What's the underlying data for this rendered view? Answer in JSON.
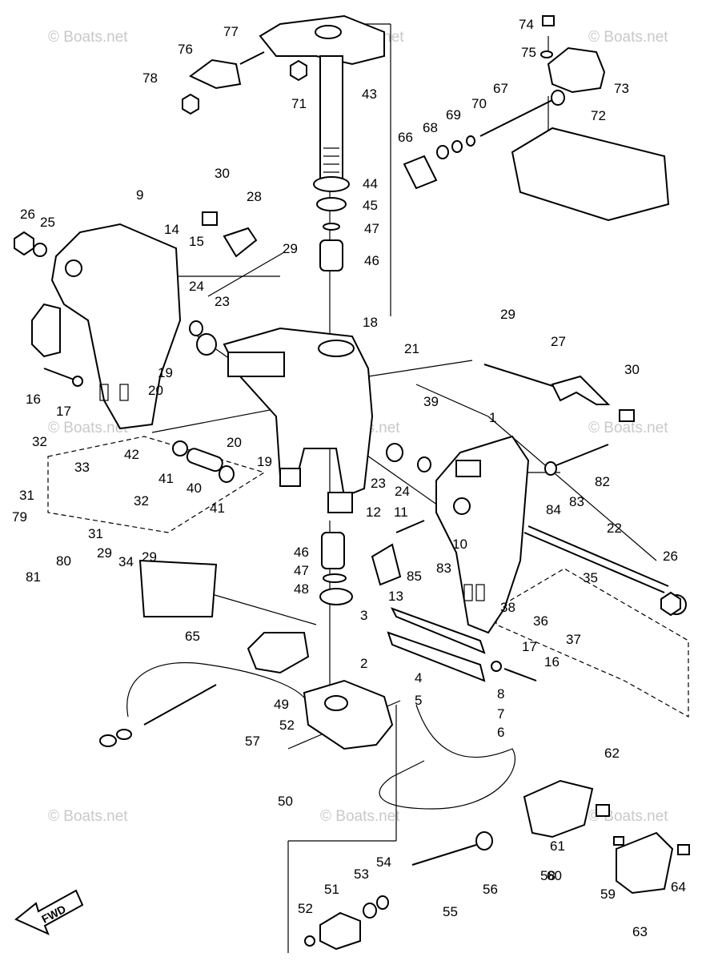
{
  "watermark": "© Boats.net",
  "fwd_label": "FWD",
  "callouts": [
    "1",
    "2",
    "3",
    "4",
    "5",
    "6",
    "7",
    "8",
    "9",
    "10",
    "11",
    "12",
    "13",
    "14",
    "15",
    "16",
    "16",
    "17",
    "17",
    "18",
    "19",
    "19",
    "20",
    "20",
    "21",
    "22",
    "23",
    "23",
    "24",
    "24",
    "25",
    "26",
    "26",
    "27",
    "28",
    "29",
    "29",
    "29",
    "29",
    "30",
    "30",
    "31",
    "31",
    "32",
    "32",
    "33",
    "34",
    "35",
    "36",
    "37",
    "38",
    "39",
    "40",
    "41",
    "41",
    "42",
    "43",
    "44",
    "45",
    "46",
    "46",
    "47",
    "47",
    "48",
    "49",
    "50",
    "51",
    "52",
    "52",
    "53",
    "54",
    "55",
    "56",
    "57",
    "58",
    "59",
    "60",
    "61",
    "62",
    "63",
    "64",
    "65",
    "66",
    "67",
    "68",
    "69",
    "70",
    "71",
    "72",
    "73",
    "74",
    "75",
    "76",
    "77",
    "78",
    "79",
    "80",
    "81",
    "82",
    "83",
    "83",
    "84",
    "85"
  ]
}
